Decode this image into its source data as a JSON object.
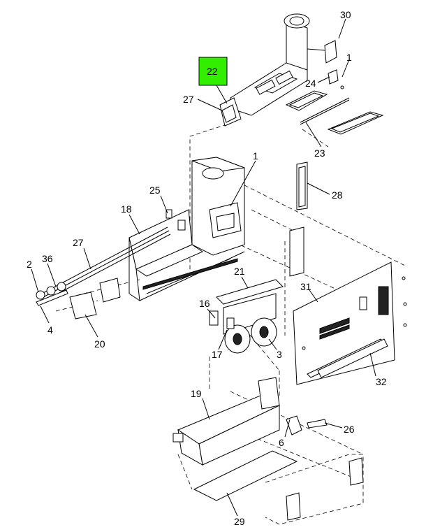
{
  "highlight_color": "#33ee00",
  "callouts": {
    "c30": "30",
    "c1a": "1",
    "c22": "22",
    "c24": "24",
    "c27a": "27",
    "c23": "23",
    "c1b": "1",
    "c28": "28",
    "c25": "25",
    "c18": "18",
    "c27b": "27",
    "c2": "2",
    "c36": "36",
    "c4": "4",
    "c20": "20",
    "c21": "21",
    "c16": "16",
    "c17": "17",
    "c3": "3",
    "c31": "31",
    "c32": "32",
    "c19": "19",
    "c6": "6",
    "c26": "26",
    "c29": "29"
  }
}
